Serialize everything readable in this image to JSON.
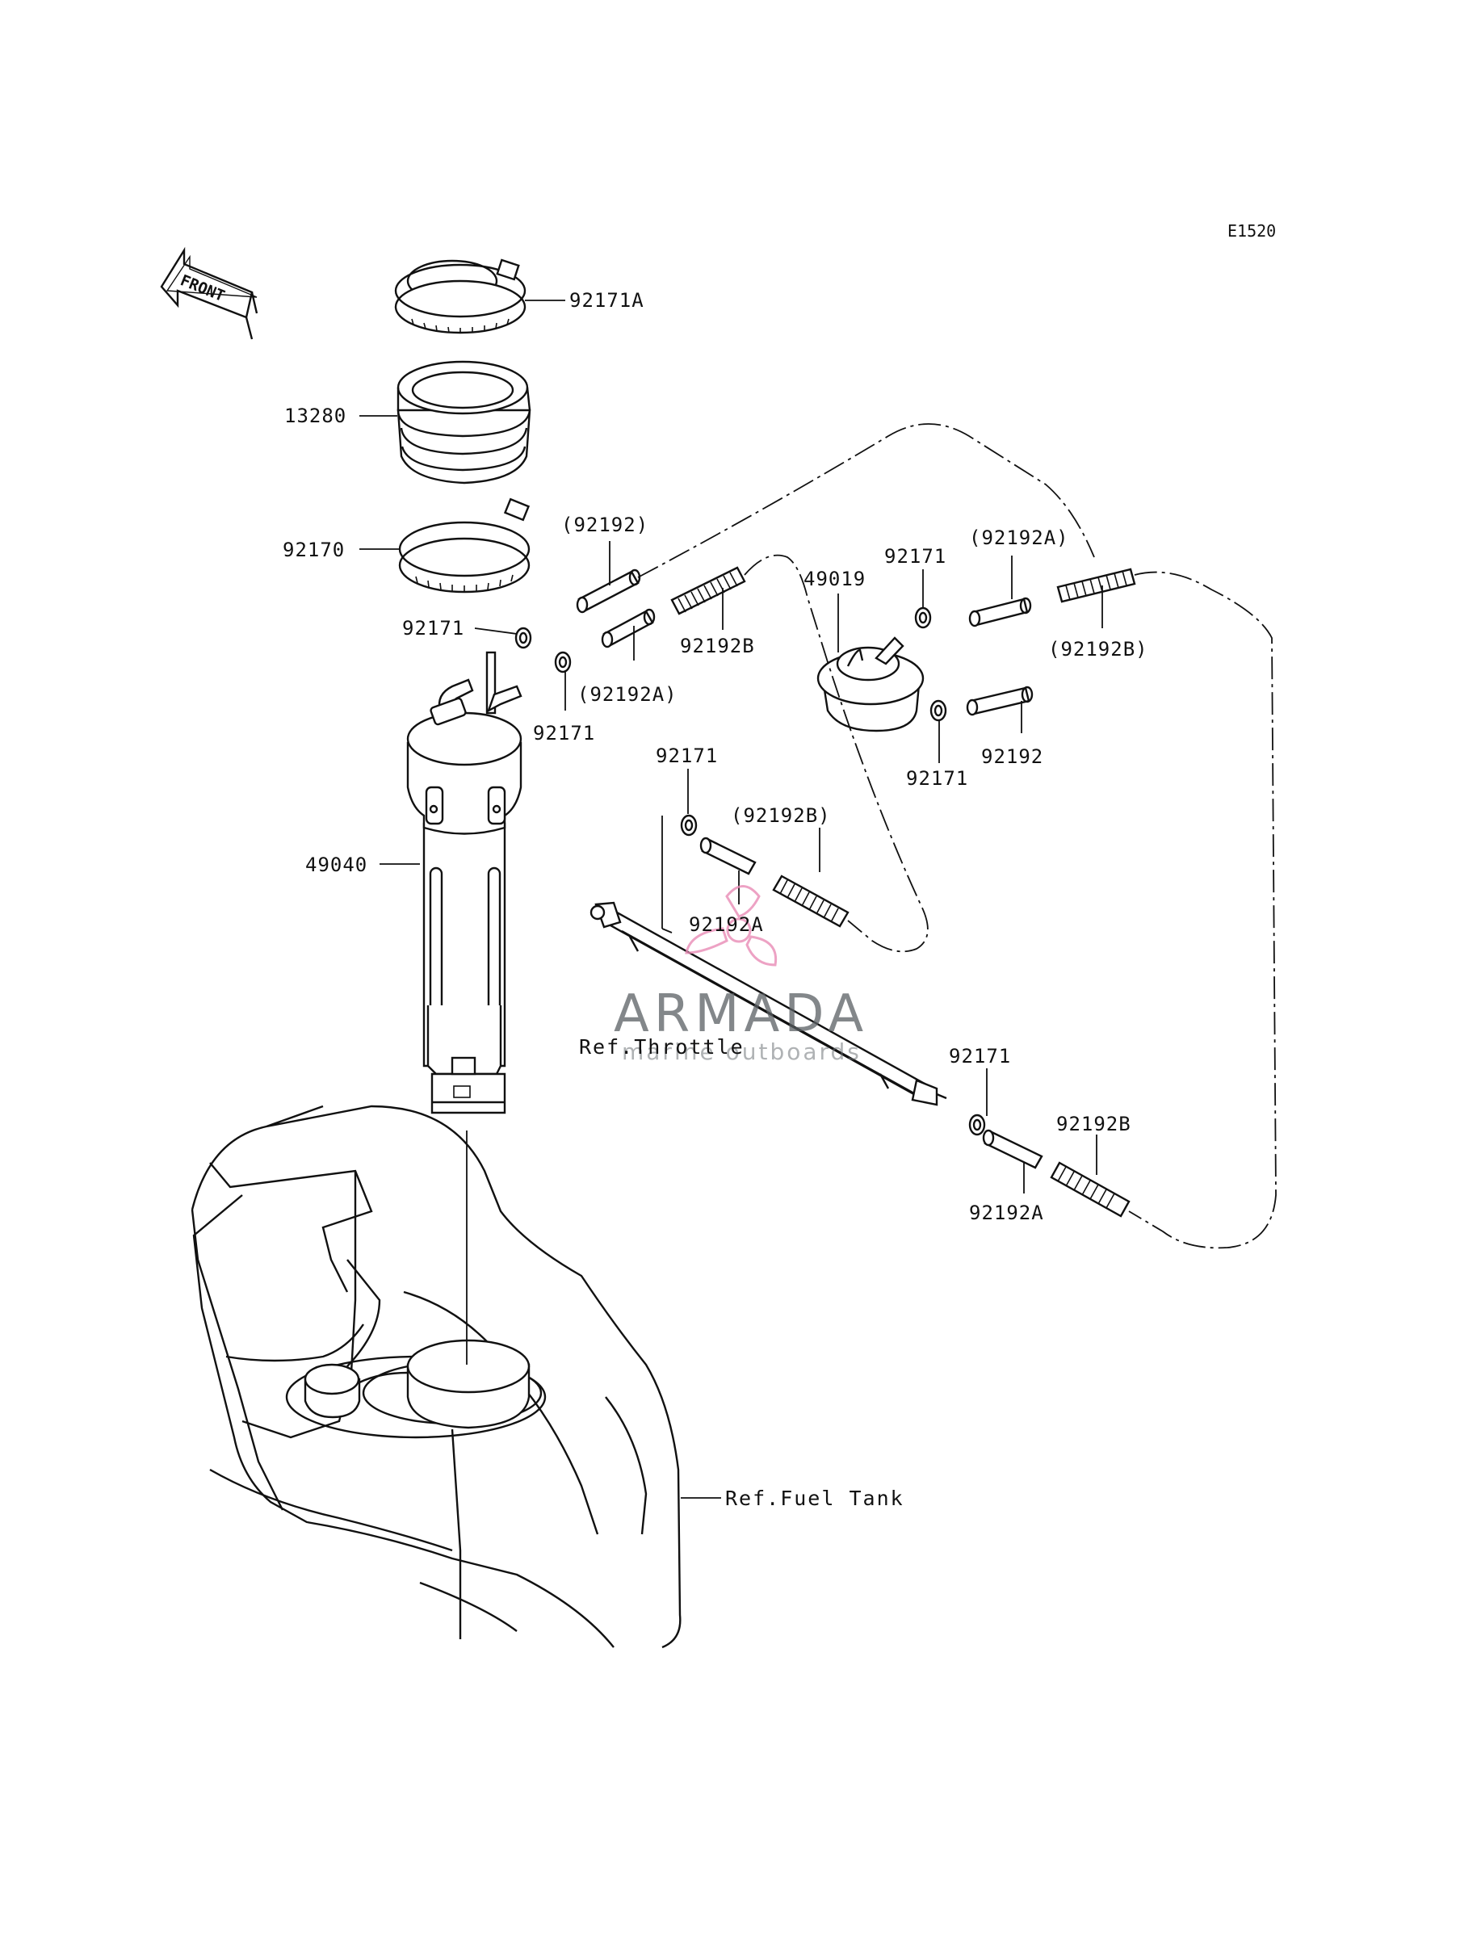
{
  "diagram_code": "E1520",
  "front_label": "FRONT",
  "parts": {
    "p92171A": "92171A",
    "p13280": "13280",
    "p92170": "92170",
    "p92192_top": "(92192)",
    "p92171_left1": "92171",
    "p92192B_mid": "92192B",
    "p92192A_left": "(92192A)",
    "p92171_left2": "92171",
    "p49019": "49019",
    "p92171_right_top": "92171",
    "p92192A_right_top": "(92192A)",
    "p92192B_right": "(92192B)",
    "p92171_right_bot": "92171",
    "p92192_right": "92192",
    "p49040": "49040",
    "p92171_center": "92171",
    "p92192B_center": "(92192B)",
    "p92192A_center": "92192A",
    "p92171_lower": "92171",
    "p92192B_lower": "92192B",
    "p92192A_lower": "92192A"
  },
  "references": {
    "throttle": "Ref.Throttle",
    "fuel_tank": "Ref.Fuel Tank"
  },
  "watermark": {
    "brand": "ARMADA",
    "tagline": "marine outboards",
    "logo_color": "#e98bb5"
  }
}
